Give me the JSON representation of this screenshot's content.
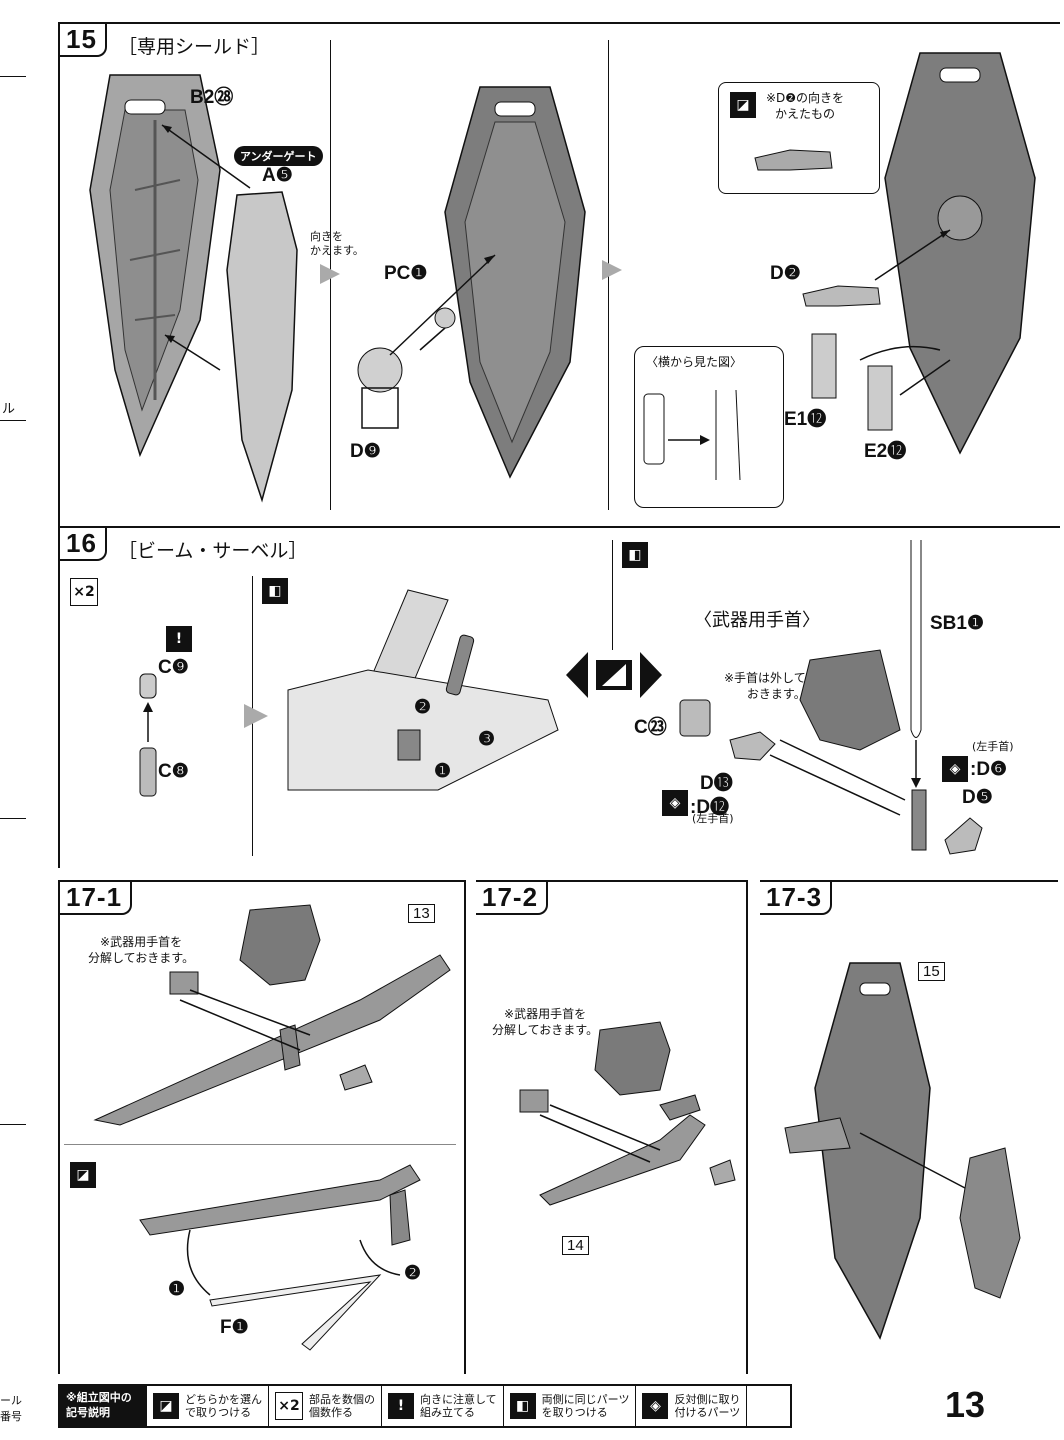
{
  "page_number": "13",
  "step15": {
    "num": "15",
    "title": "［専用シールド］",
    "parts": {
      "b2": "B2㉘",
      "undergate": "アンダーゲート",
      "a5": "A❺",
      "turn": "向きを\nかえます。",
      "pc1": "PC❶",
      "d9": "D❾",
      "note_d2": "※D❷の向きを\nかえたもの",
      "d2": "D❷",
      "side_view": "〈横から見た図〉",
      "e1": "E1⓬",
      "e2": "E2⓬"
    }
  },
  "step16": {
    "num": "16",
    "title": "［ビーム・サーベル］",
    "x2": "×2",
    "c9": "C❾",
    "c8": "C❽",
    "circle1": "❶",
    "circle2": "❷",
    "circle3": "❸",
    "weapon_hand": "〈武器用手首〉",
    "note_hand": "※手首は外して\nおきます。",
    "sb1": "SB1❶",
    "c23": "C㉓",
    "d13": "D⓭",
    "d12": ":D⓬",
    "left_hand_1": "(左手首)",
    "left_hand_2": "(左手首)",
    "d6": ":D❻",
    "d5": "D❺"
  },
  "step17_1": {
    "num": "17-1",
    "note": "※武器用手首を\n分解しておきます。",
    "ref": "13",
    "f1": "F❶",
    "c1": "❶",
    "c2": "❷"
  },
  "step17_2": {
    "num": "17-2",
    "note": "※武器用手首を\n分解しておきます。",
    "ref": "14"
  },
  "step17_3": {
    "num": "17-3",
    "ref": "15"
  },
  "legend": {
    "head": "※組立図中の\n記号説明",
    "items": [
      {
        "icon": "choose-icon",
        "text": "どちらかを選ん\nで取りつける"
      },
      {
        "icon": "x2-icon",
        "glyph": "×2",
        "text": "部品を数個の\n個数作る"
      },
      {
        "icon": "caution-icon",
        "glyph": "!",
        "text": "向きに注意して\n組み立てる"
      },
      {
        "icon": "both-sides-icon",
        "text": "両側に同じパーツ\nを取りつける"
      },
      {
        "icon": "opposite-side-icon",
        "text": "反対側に取り\n付けるパーツ"
      }
    ]
  },
  "margin_text": {
    "left_1": "ル",
    "left_2": "ール",
    "left_3": "番号"
  },
  "colors": {
    "line": "#111111",
    "part_fill": "#9a9a9a",
    "part_light": "#c8c8c8"
  }
}
